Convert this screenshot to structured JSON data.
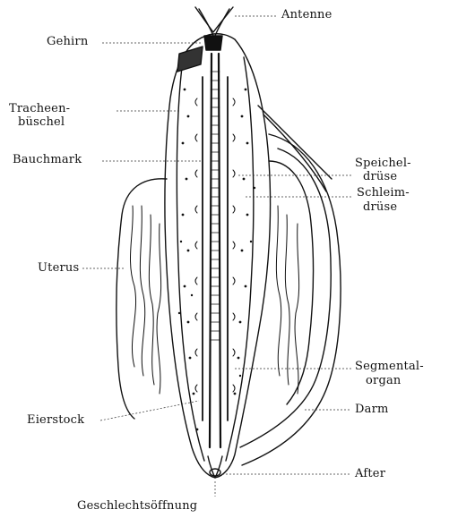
{
  "labels": {
    "antenne": "Antenne",
    "gehirn": "Gehirn",
    "tracheen_1": "Tracheen-",
    "tracheen_2": "büschel",
    "bauchmark": "Bauchmark",
    "speichel_1": "Speichel-",
    "speichel_2": "drüse",
    "schleim_1": "Schleim-",
    "schleim_2": "drüse",
    "uterus": "Uterus",
    "segmental_1": "Segmental-",
    "segmental_2": "organ",
    "darm": "Darm",
    "eierstock": "Eierstock",
    "after": "After",
    "geschlecht": "Geschlechtsöffnung"
  }
}
